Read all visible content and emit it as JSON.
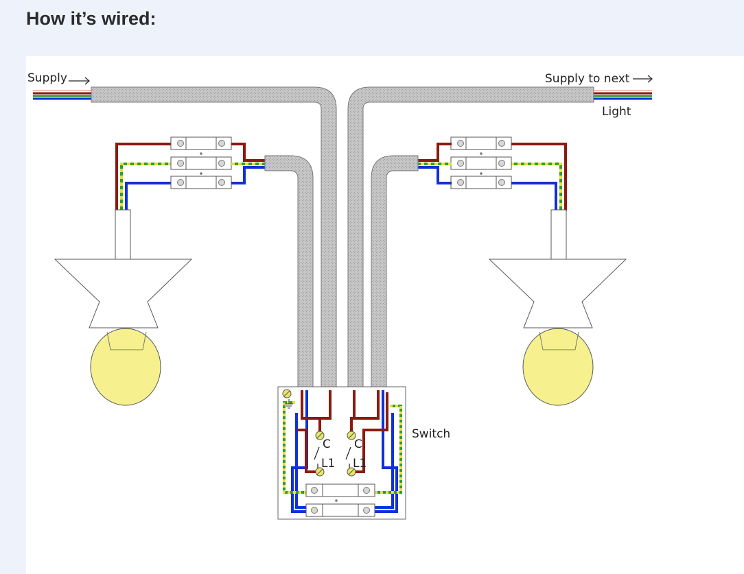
{
  "page": {
    "heading": "How it’s wired:"
  },
  "diagram": {
    "labels": {
      "supply": "Supply",
      "supply_to_next": "Supply to next",
      "light": "Light",
      "switch": "Switch",
      "common_left": "C",
      "common_right": "C",
      "l1_left": "L1",
      "l1_right": "L1"
    },
    "colors": {
      "background": "#eef3fb",
      "panel": "#ffffff",
      "cable": "#c8c8c8",
      "live_wire": "#8b1a10",
      "neutral_wire": "#1030d8",
      "earth_green": "#2e9e2e",
      "earth_yellow": "#e8e040",
      "bulb": "#f6f08e",
      "terminal_screw": "#e0e070"
    },
    "icons": {
      "earth_symbol": "earth-ground-icon",
      "arrow": "right-arrow-icon",
      "bulb": "light-bulb-icon"
    }
  }
}
